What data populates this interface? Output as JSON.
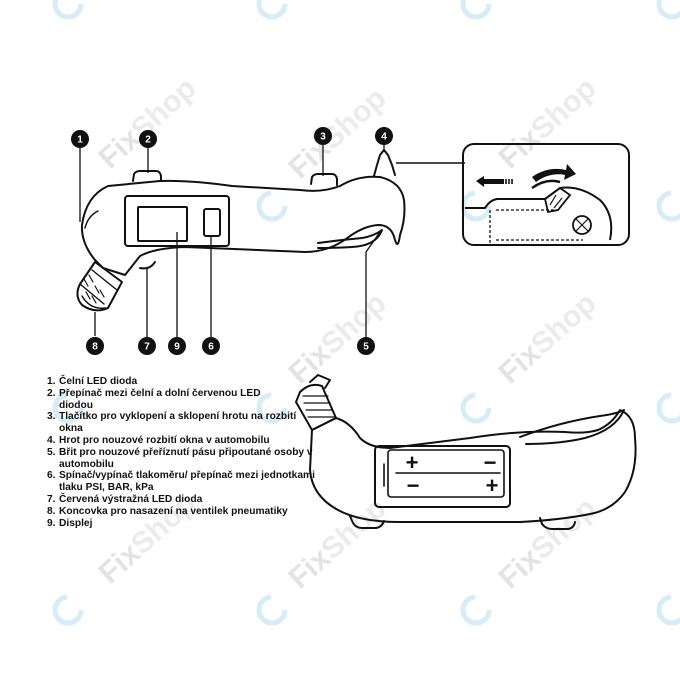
{
  "watermark": {
    "brand": "Fix",
    "suffix": "Shop"
  },
  "callouts": [
    {
      "n": "1"
    },
    {
      "n": "2"
    },
    {
      "n": "3"
    },
    {
      "n": "4"
    },
    {
      "n": "5"
    },
    {
      "n": "6"
    },
    {
      "n": "7"
    },
    {
      "n": "8"
    },
    {
      "n": "9"
    }
  ],
  "battery": {
    "plus": "+",
    "minus": "−"
  },
  "legend": [
    {
      "num": "1.",
      "text": "Čelní LED dioda"
    },
    {
      "num": "2.",
      "text": "Přepínač mezi čelní a dolní červenou LED diodou"
    },
    {
      "num": "3.",
      "text": "Tlačítko pro vyklopení a sklopení hrotu na rozbití okna"
    },
    {
      "num": "4.",
      "text": "Hrot pro nouzové rozbití okna v automobilu"
    },
    {
      "num": "5.",
      "text": "Břit pro nouzové přeříznutí pásu připoutané osoby v automobilu"
    },
    {
      "num": "6.",
      "text": "Spínač/vypínač tlakoměru/ přepínač mezi jednotkami tlaku PSI, BAR, kPa"
    },
    {
      "num": "7.",
      "text": "Červená výstražná LED dioda"
    },
    {
      "num": "8.",
      "text": "Koncovka pro nasazení na ventilek pneumatiky"
    },
    {
      "num": "9.",
      "text": "Displej"
    }
  ]
}
